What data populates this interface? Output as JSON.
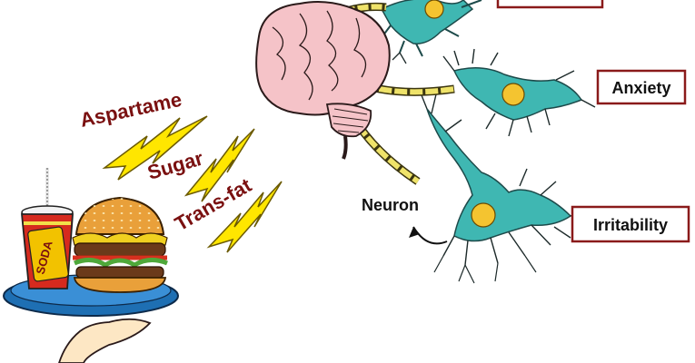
{
  "colors": {
    "ingredient_text": "#7a1010",
    "bolt_fill": "#ffe600",
    "bolt_stroke": "#6b5a00",
    "neuron_fill": "#3fb7b2",
    "brain_fill": "#f5c3c8",
    "label_border": "#8a1a1a",
    "tray_blue": "#1e6fb3",
    "axon_yellow": "#efe36a"
  },
  "icons": {
    "face_top": "content-face-icon",
    "face_middle": "worried-face-icon",
    "face_bottom": "angry-face-icon"
  },
  "ingredients": [
    "Aspartame",
    "Sugar",
    "Trans-fat"
  ],
  "food": {
    "cup_label": "SODA"
  },
  "neuron_label": "Neuron",
  "effects": [
    "Anxiety",
    "Irritability"
  ]
}
